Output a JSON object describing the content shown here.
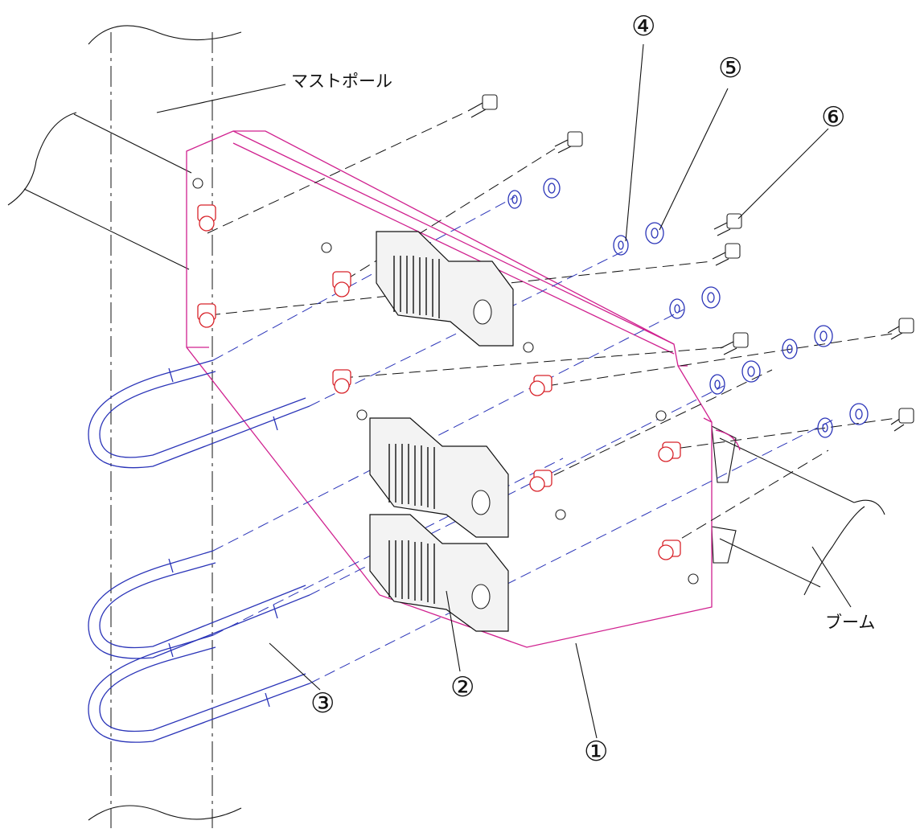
{
  "labels": {
    "mast_pole": "マストポール",
    "boom": "ブーム",
    "part1": "①",
    "part2": "②",
    "part3": "③",
    "part4": "④",
    "part5": "⑤",
    "part6": "⑥"
  },
  "colors": {
    "plate": "#d0218f",
    "nuts": "#d8232a",
    "ubolts_washers": "#2a34b8",
    "lines": "#111111"
  }
}
